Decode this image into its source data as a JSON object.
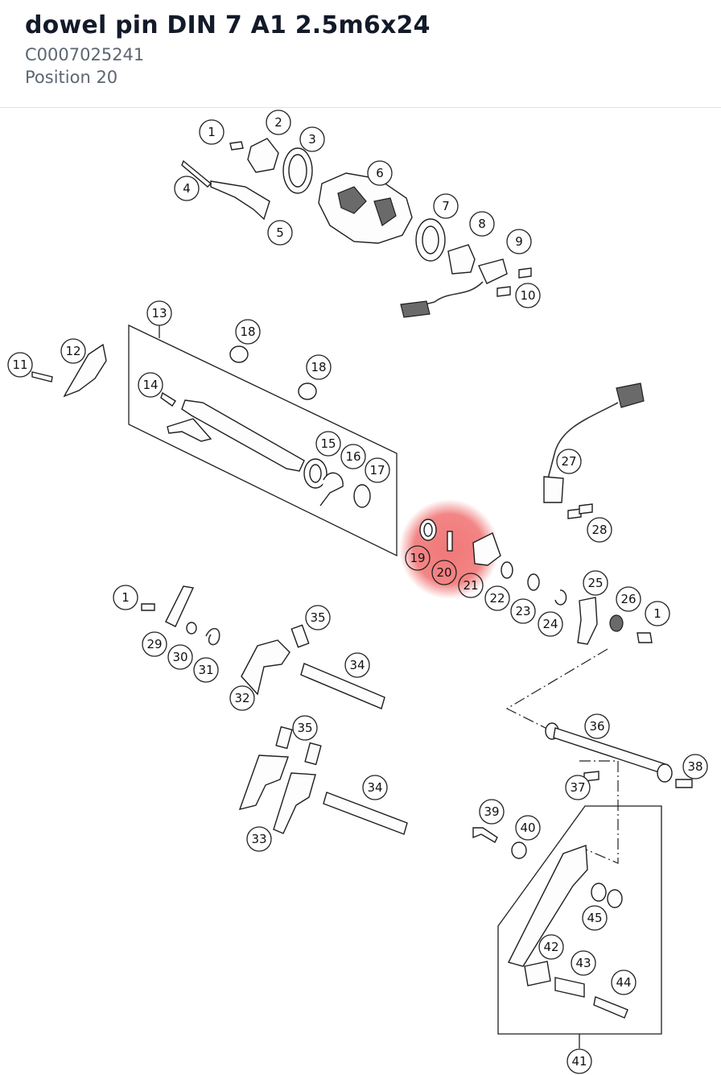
{
  "header": {
    "title": "dowel pin DIN 7 A1 2.5m6x24",
    "code": "C0007025241",
    "position": "Position 20"
  },
  "highlight": {
    "label": "20",
    "color": "#f07070"
  },
  "callouts": [
    {
      "n": "1"
    },
    {
      "n": "2"
    },
    {
      "n": "3"
    },
    {
      "n": "4"
    },
    {
      "n": "5"
    },
    {
      "n": "6"
    },
    {
      "n": "7"
    },
    {
      "n": "8"
    },
    {
      "n": "9"
    },
    {
      "n": "10"
    },
    {
      "n": "11"
    },
    {
      "n": "12"
    },
    {
      "n": "13"
    },
    {
      "n": "14"
    },
    {
      "n": "18"
    },
    {
      "n": "18"
    },
    {
      "n": "15"
    },
    {
      "n": "16"
    },
    {
      "n": "17"
    },
    {
      "n": "27"
    },
    {
      "n": "28"
    },
    {
      "n": "19"
    },
    {
      "n": "20"
    },
    {
      "n": "21"
    },
    {
      "n": "22"
    },
    {
      "n": "23"
    },
    {
      "n": "24"
    },
    {
      "n": "25"
    },
    {
      "n": "26"
    },
    {
      "n": "1"
    },
    {
      "n": "1"
    },
    {
      "n": "29"
    },
    {
      "n": "30"
    },
    {
      "n": "31"
    },
    {
      "n": "32"
    },
    {
      "n": "35"
    },
    {
      "n": "34"
    },
    {
      "n": "36"
    },
    {
      "n": "37"
    },
    {
      "n": "38"
    },
    {
      "n": "35"
    },
    {
      "n": "34"
    },
    {
      "n": "33"
    },
    {
      "n": "39"
    },
    {
      "n": "40"
    },
    {
      "n": "45"
    },
    {
      "n": "42"
    },
    {
      "n": "43"
    },
    {
      "n": "44"
    },
    {
      "n": "41"
    }
  ]
}
